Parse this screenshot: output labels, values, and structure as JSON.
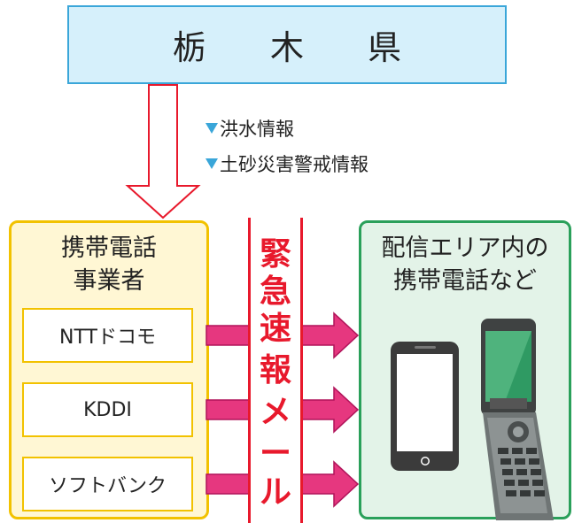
{
  "prefecture": {
    "title": "栃 木 県"
  },
  "info": {
    "items": [
      {
        "label": "洪水情報"
      },
      {
        "label": "土砂災害警戒情報"
      }
    ]
  },
  "carriers": {
    "title_line1": "携帯電話",
    "title_line2": "事業者",
    "items": [
      {
        "label": "NTTドコモ"
      },
      {
        "label": "KDDI"
      },
      {
        "label": "ソフトバンク"
      }
    ]
  },
  "alert": {
    "chars": [
      "緊",
      "急",
      "速",
      "報",
      "メ",
      "ー",
      "ル"
    ]
  },
  "phones": {
    "title_line1": "配信エリア内の",
    "title_line2": "携帯電話など"
  },
  "colors": {
    "prefecture_fill": "#d6f0fb",
    "prefecture_border": "#3aa6d9",
    "carrier_fill": "#fff7d4",
    "carrier_border": "#f2c200",
    "alert_red": "#e8192c",
    "arrow_pink": "#e6377f",
    "phone_panel_fill": "#e3f3e8",
    "phone_panel_border": "#2aa05a"
  }
}
